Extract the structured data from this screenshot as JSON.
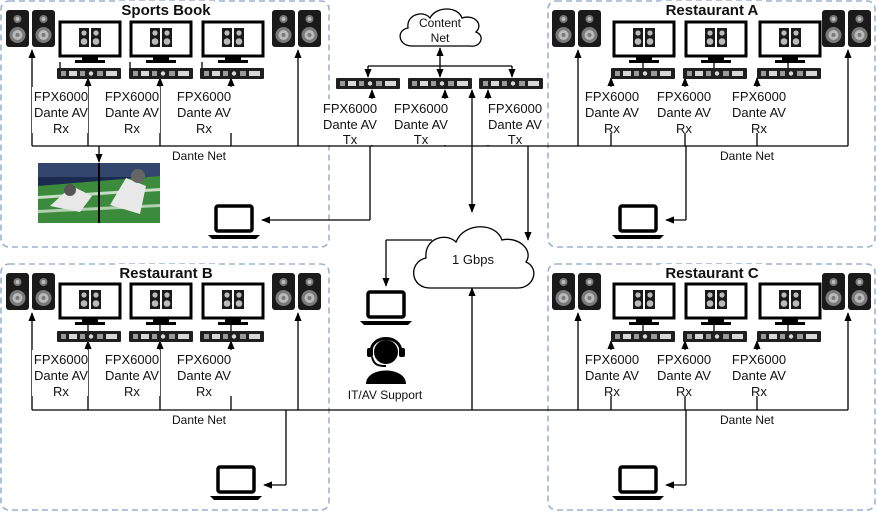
{
  "zones": {
    "sports_book": "Sports Book",
    "restaurant_a": "Restaurant A",
    "restaurant_b": "Restaurant B",
    "restaurant_c": "Restaurant C"
  },
  "rx_label": {
    "line1": "FPX6000",
    "line2": "Dante AV",
    "line3": "Rx"
  },
  "tx_label": {
    "line1": "FPX6000",
    "line2": "Dante AV",
    "line3": "Tx"
  },
  "dante_net": "Dante Net",
  "content_net": {
    "line1": "Content",
    "line2": "Net"
  },
  "wan": "1 Gbps",
  "support": "IT/AV Support",
  "icons": [
    "speaker-icon",
    "display-icon",
    "decoder-box-icon",
    "encoder-box-icon",
    "laptop-icon",
    "cloud-icon",
    "headset-user-icon",
    "video-wall-image"
  ],
  "colors": {
    "zone_border": "#9bb3d0",
    "line": "#000000",
    "arrow": "#000000"
  }
}
